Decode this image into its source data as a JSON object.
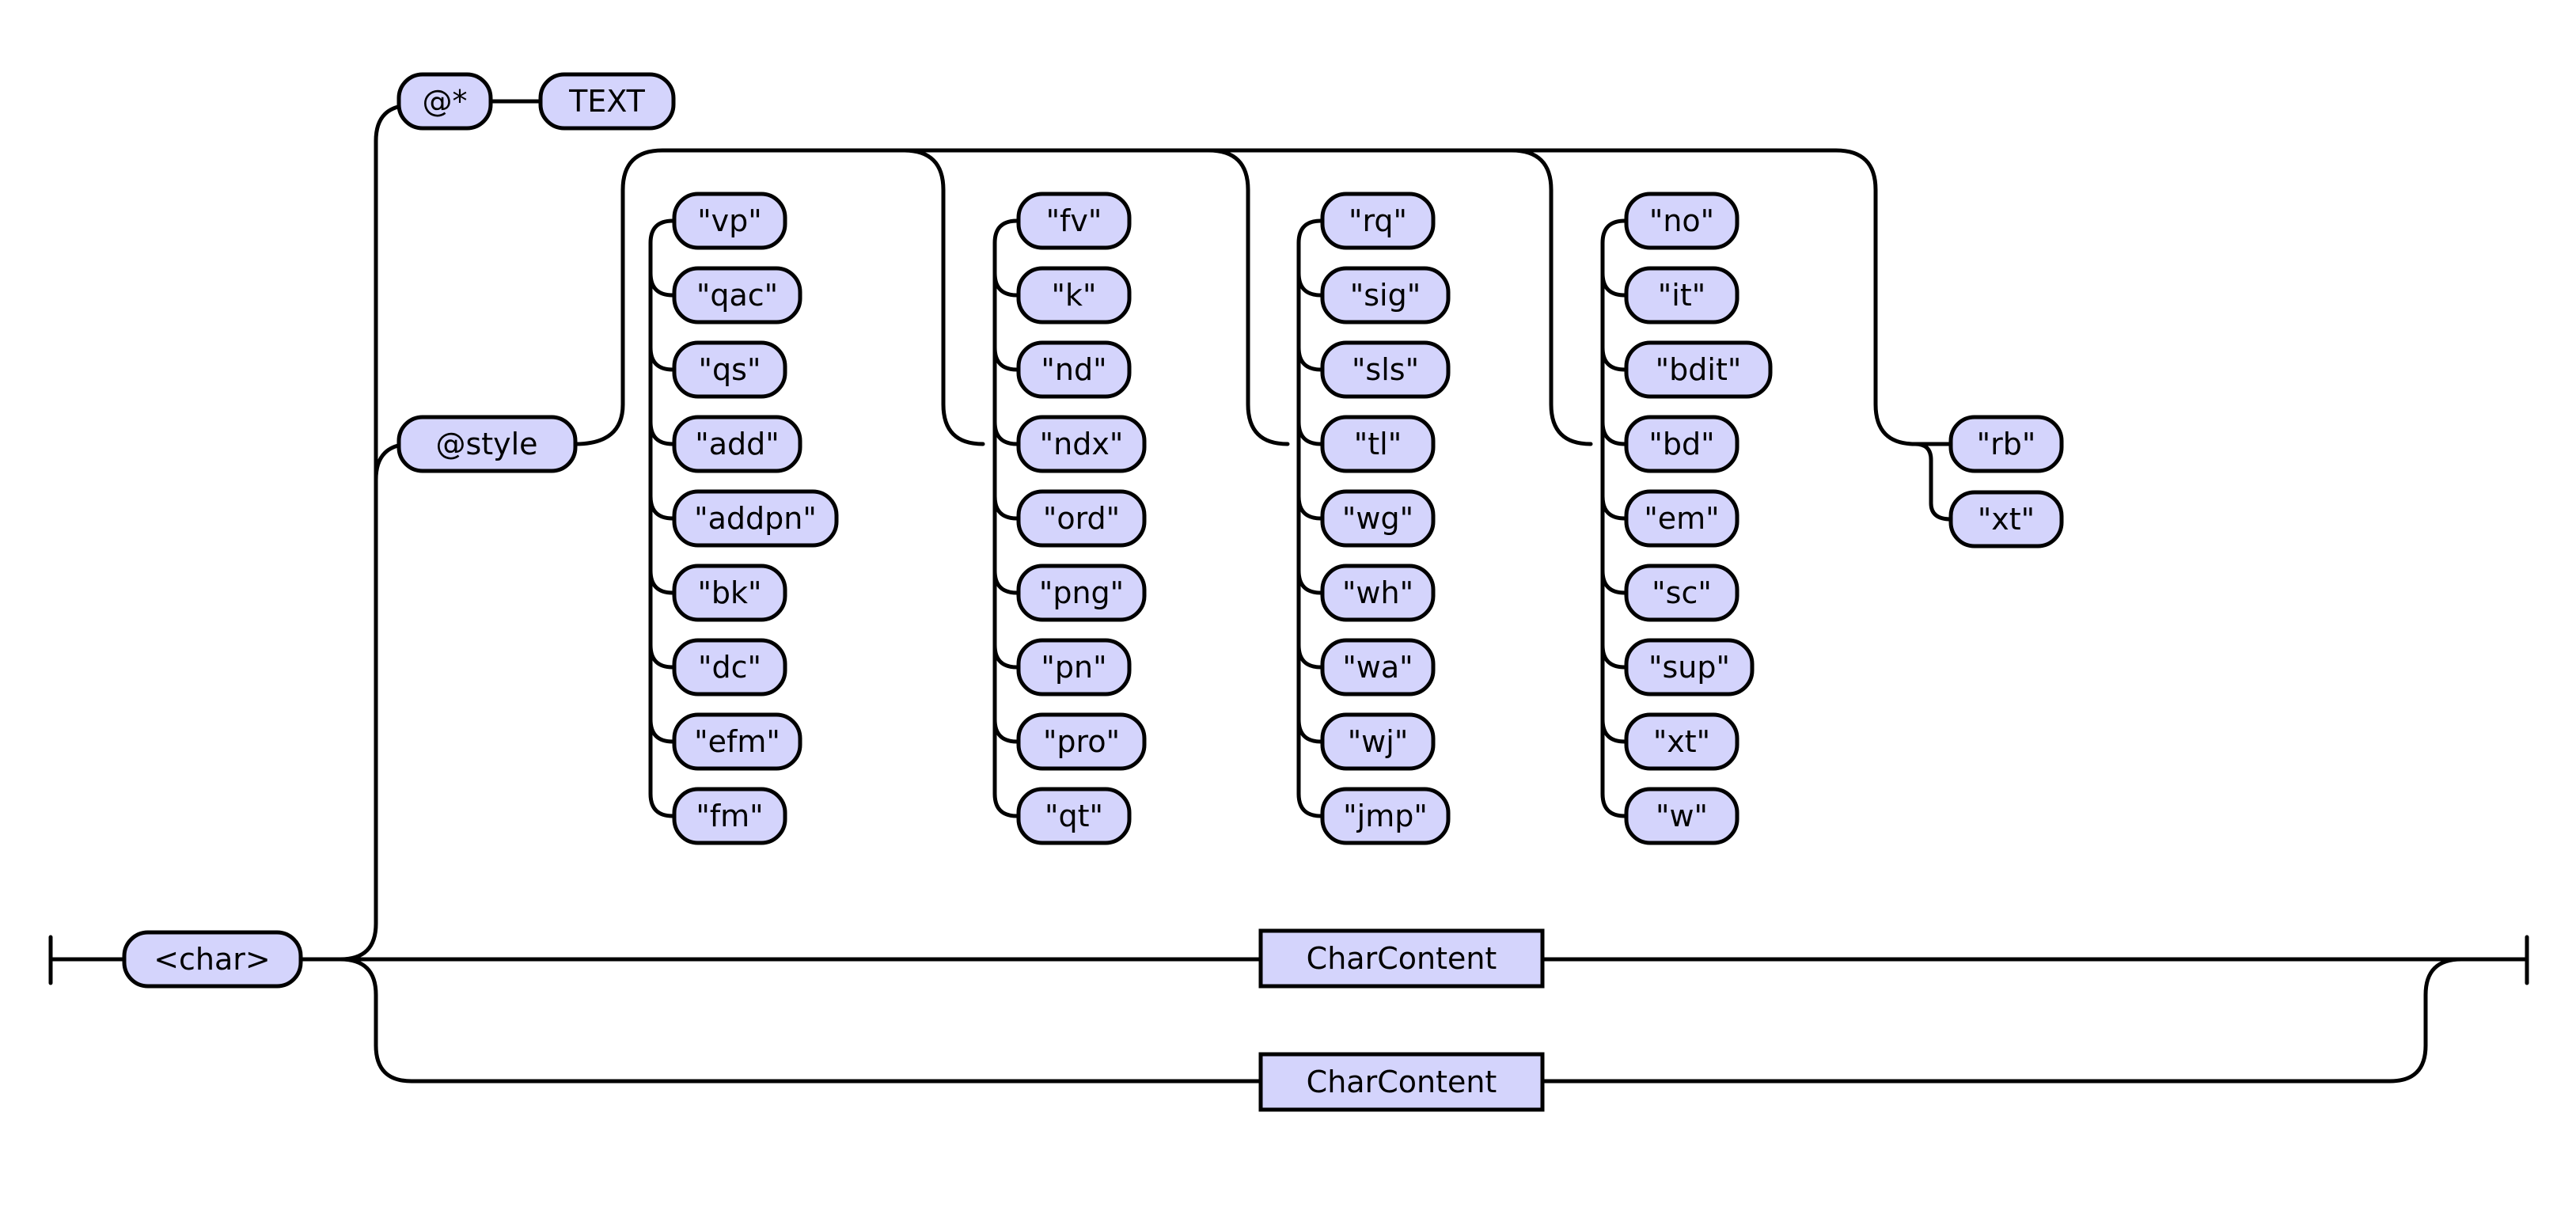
{
  "rule_start": "<char>",
  "attr_any": "@*",
  "attr_any_value": "TEXT",
  "attr_style": "@style",
  "style_values": {
    "col1": [
      "\"vp\"",
      "\"qac\"",
      "\"qs\"",
      "\"add\"",
      "\"addpn\"",
      "\"bk\"",
      "\"dc\"",
      "\"efm\"",
      "\"fm\""
    ],
    "col2": [
      "\"fv\"",
      "\"k\"",
      "\"nd\"",
      "\"ndx\"",
      "\"ord\"",
      "\"png\"",
      "\"pn\"",
      "\"pro\"",
      "\"qt\""
    ],
    "col3": [
      "\"rq\"",
      "\"sig\"",
      "\"sls\"",
      "\"tl\"",
      "\"wg\"",
      "\"wh\"",
      "\"wa\"",
      "\"wj\"",
      "\"jmp\""
    ],
    "col4": [
      "\"no\"",
      "\"it\"",
      "\"bdit\"",
      "\"bd\"",
      "\"em\"",
      "\"sc\"",
      "\"sup\"",
      "\"xt\"",
      "\"w\""
    ],
    "col5": [
      "\"rb\"",
      "\"xt\""
    ]
  },
  "content_main": "CharContent",
  "content_alt": "CharContent",
  "colors": {
    "box_fill": "#d4d4fc",
    "stroke": "#000000"
  }
}
